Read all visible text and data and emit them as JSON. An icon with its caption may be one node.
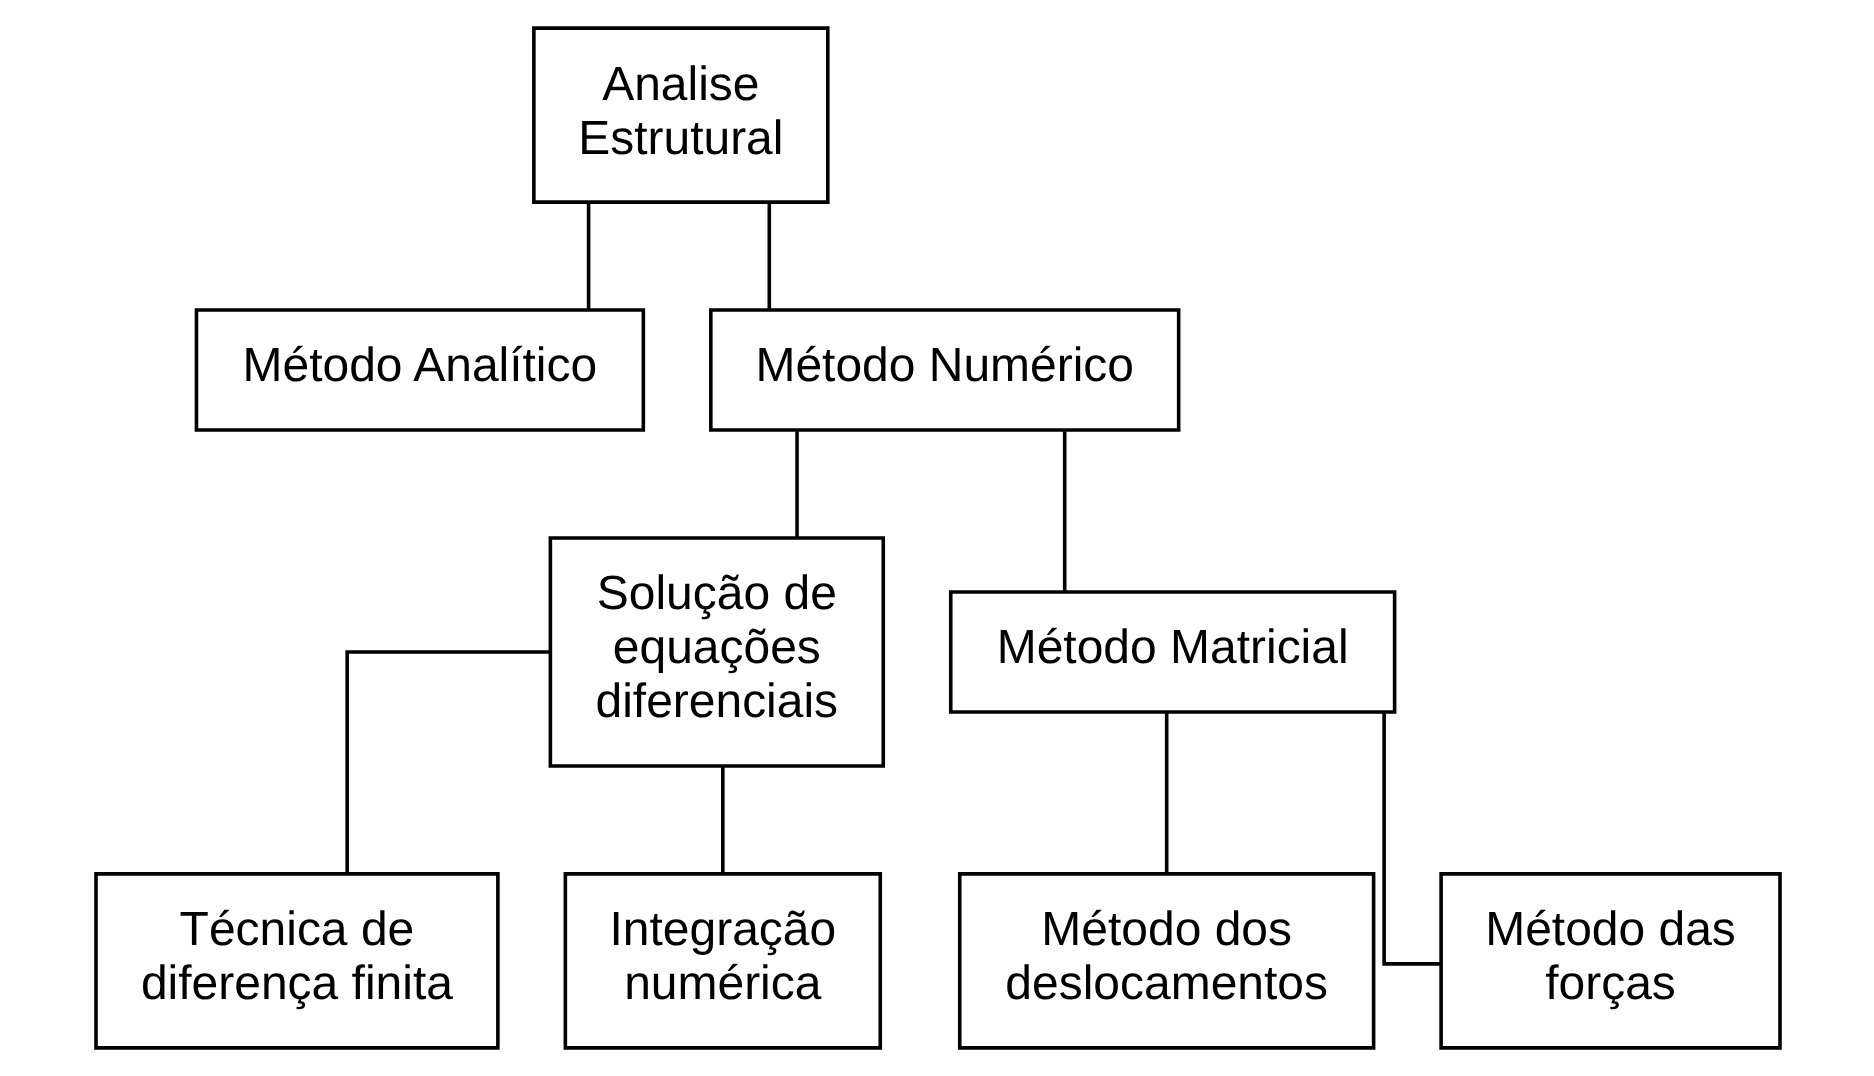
{
  "diagram": {
    "nodes": [
      {
        "text": [
          "Analise Estrutural"
        ]
      },
      {
        "text": [
          "Método Analítico"
        ]
      },
      {
        "text": [
          "Método Numérico"
        ]
      },
      {
        "text": [
          "Solução de equações diferenciais"
        ]
      },
      {
        "text": [
          "Método Matricial"
        ]
      },
      {
        "text": [
          "Técnica de diferença finita"
        ]
      },
      {
        "text": [
          "Integração numérica"
        ]
      },
      {
        "text": [
          "Método dos deslocamentos"
        ]
      },
      {
        "text": [
          "Método das forças"
        ]
      }
    ],
    "edges": [
      {
        "from": 0,
        "to": 1,
        "arrow": "none"
      },
      {
        "from": 0,
        "to": 2,
        "arrow": "none"
      },
      {
        "from": 2,
        "to": 3,
        "arrow": "none"
      },
      {
        "from": 2,
        "to": 4,
        "arrow": "none"
      },
      {
        "from": 3,
        "to": 5,
        "arrow": "none"
      },
      {
        "from": 3,
        "to": 6,
        "arrow": "none"
      },
      {
        "from": 4,
        "to": 7,
        "arrow": "none"
      },
      {
        "from": 4,
        "to": 8,
        "arrow": "none"
      }
    ]
  }
}
